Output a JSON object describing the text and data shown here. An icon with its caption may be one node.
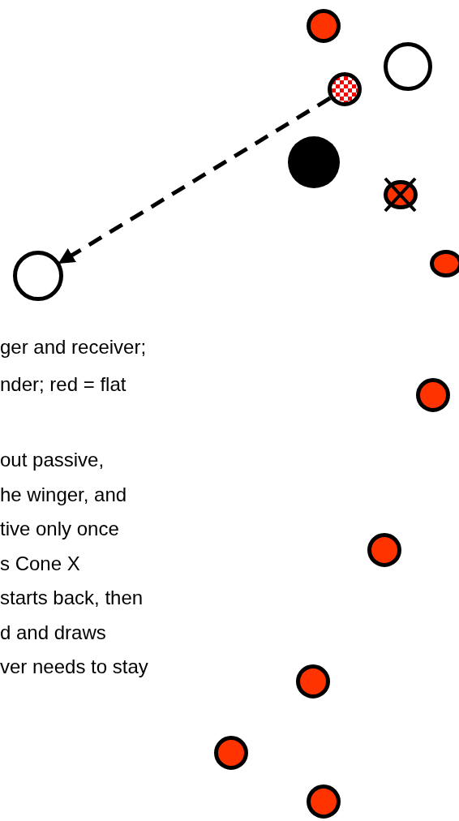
{
  "diagram": {
    "nodes": [
      {
        "text": [],
        "shape": "circle"
      },
      {
        "text": [],
        "shape": "circle"
      },
      {
        "text": [],
        "shape": "circle"
      },
      {
        "text": [],
        "shape": "circle"
      },
      {
        "text": [],
        "shape": "circle"
      },
      {
        "text": [],
        "shape": "circle"
      },
      {
        "text": [],
        "shape": "circle"
      },
      {
        "text": [],
        "shape": "circle"
      },
      {
        "text": [],
        "shape": "circle"
      },
      {
        "text": [],
        "shape": "circle"
      },
      {
        "text": [],
        "shape": "circle"
      },
      {
        "text": [],
        "shape": "circle"
      }
    ],
    "edges": [
      {
        "from": 2,
        "to": 5,
        "arrow": "to",
        "style": "dashed"
      }
    ],
    "labels": [
      "ger and receiver;",
      "nder; red = flat",
      "out passive,",
      "he winger, and",
      "tive only once",
      "s Cone X",
      "starts back, then",
      "d and draws",
      "ver needs to stay"
    ]
  }
}
